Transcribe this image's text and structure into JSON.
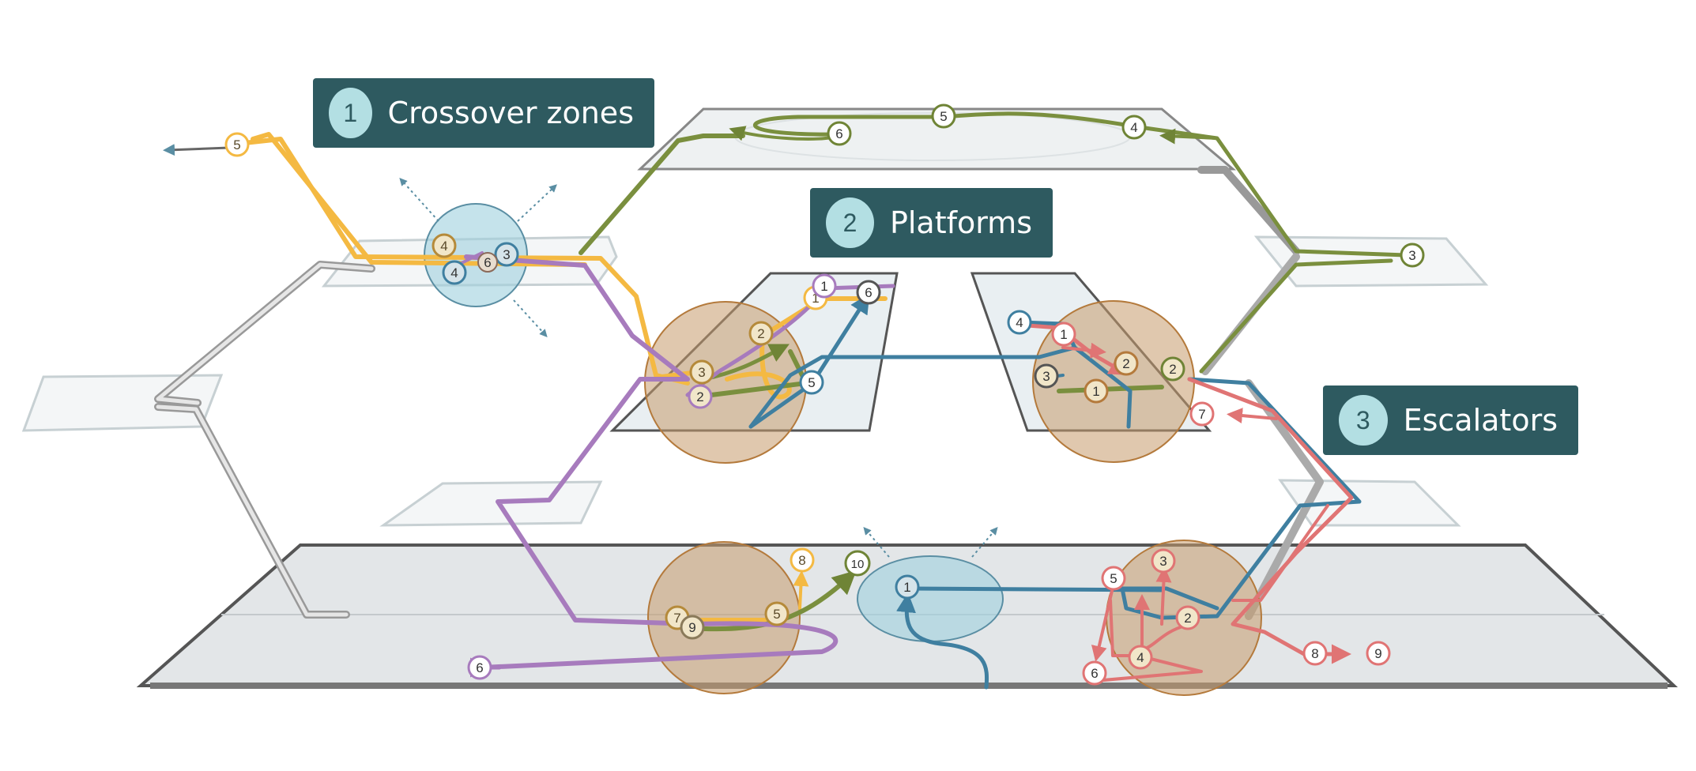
{
  "callouts": [
    {
      "number": "1",
      "label": "Crossover zones"
    },
    {
      "number": "2",
      "label": "Platforms"
    },
    {
      "number": "3",
      "label": "Escalators"
    }
  ],
  "colors": {
    "callout_bg": "#2e5a60",
    "callout_badge": "#b3dfe3",
    "route_yellow": "#f4b942",
    "route_green": "#7a8f3e",
    "route_purple": "#a77bbd",
    "route_blue": "#3f7fa0",
    "route_red": "#e07474",
    "zone_fill": "#c79a6c",
    "crossover_fill": "#9fd0de",
    "floor_fill": "#e3e6e8"
  },
  "markers": {
    "yellow": [
      "5",
      "4",
      "1",
      "2",
      "3",
      "7",
      "5",
      "8"
    ],
    "green": [
      "6",
      "5",
      "4",
      "3",
      "2",
      "10",
      "9"
    ],
    "purple": [
      "3",
      "1",
      "2",
      "6"
    ],
    "blue": [
      "4",
      "6",
      "5",
      "1",
      "3",
      "4",
      "1"
    ],
    "red": [
      "1",
      "2",
      "7",
      "3",
      "5",
      "2",
      "4",
      "6",
      "8",
      "9"
    ],
    "brown": [
      "6",
      "1",
      "2",
      "3"
    ]
  }
}
